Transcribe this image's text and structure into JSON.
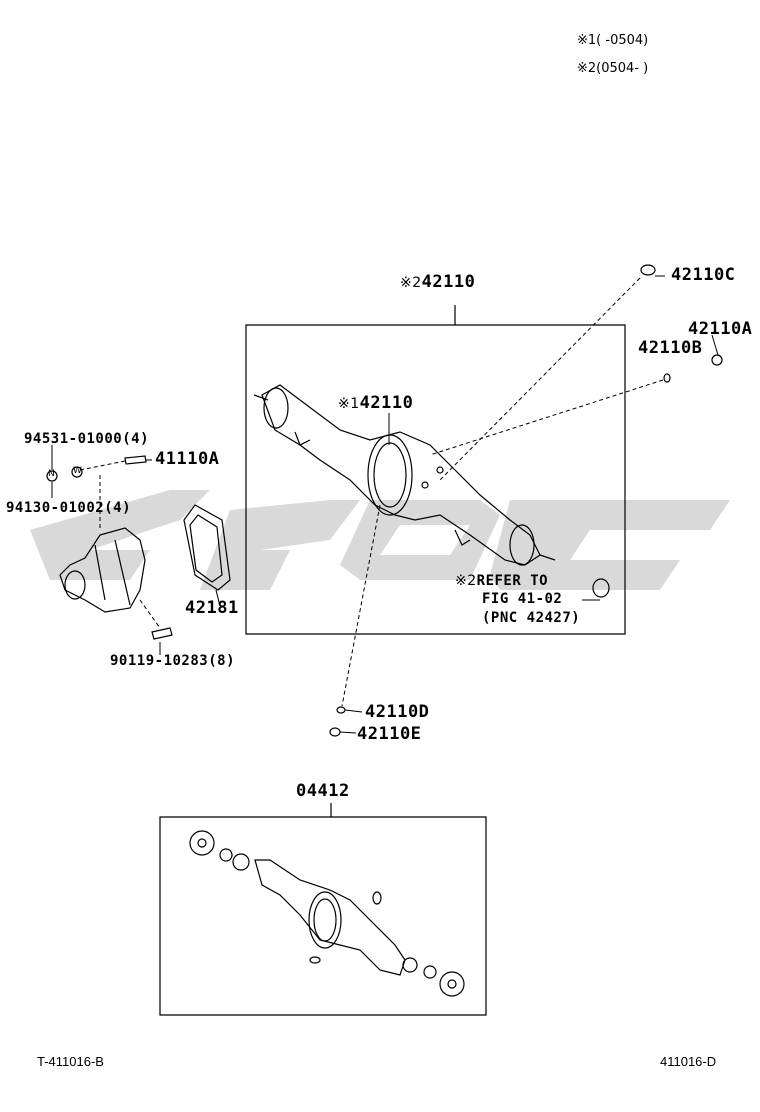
{
  "notes": {
    "note1_mark": "※1",
    "note1_text": "(        -0504)",
    "note2_mark": "※2",
    "note2_text": "(0504-        )"
  },
  "parts": {
    "axle_housing_top": {
      "mark": "※2",
      "number": "42110"
    },
    "axle_housing_inner": {
      "mark": "※1",
      "number": "42110"
    },
    "p42110C": "42110C",
    "p42110A_right": "42110A",
    "p42110B": "42110B",
    "p94531": "94531-01000(4)",
    "p41110A": "41110A",
    "p94130": "94130-01002(4)",
    "p42181": "42181",
    "p90119": "90119-10283(8)",
    "p42110D": "42110D",
    "p42110E": "42110E",
    "refer_mark": "※2",
    "refer_line1": "REFER TO",
    "refer_line2": "FIG 41-02",
    "refer_line3": "(PNC 42427)",
    "kit": "04412",
    "washer_n": "N",
    "washer_w": "W"
  },
  "footer": {
    "left_code": "T-411016-B",
    "right_code": "411016-D"
  },
  "watermark_color": "#d9d9d9"
}
